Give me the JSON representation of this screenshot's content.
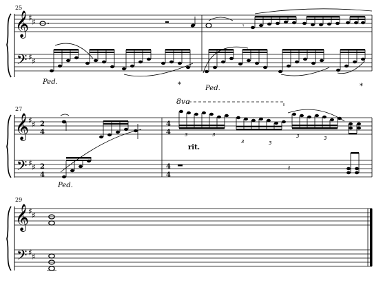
{
  "systems": [
    {
      "measure_number": "25",
      "pedal_marks": [
        "Ped.",
        "Ped."
      ],
      "pedal_release_marks": [
        "*",
        "*"
      ]
    },
    {
      "measure_number": "27",
      "time_signature_top": [
        "2",
        "4"
      ],
      "time_signature_bottom": [
        "4",
        "4"
      ],
      "octave_mark": "8va",
      "tempo_mark": "rit.",
      "triplet_marks": [
        "3",
        "3",
        "3",
        "3",
        "3",
        "3"
      ],
      "pedal_marks": [
        "Ped."
      ]
    },
    {
      "measure_number": "29"
    }
  ]
}
